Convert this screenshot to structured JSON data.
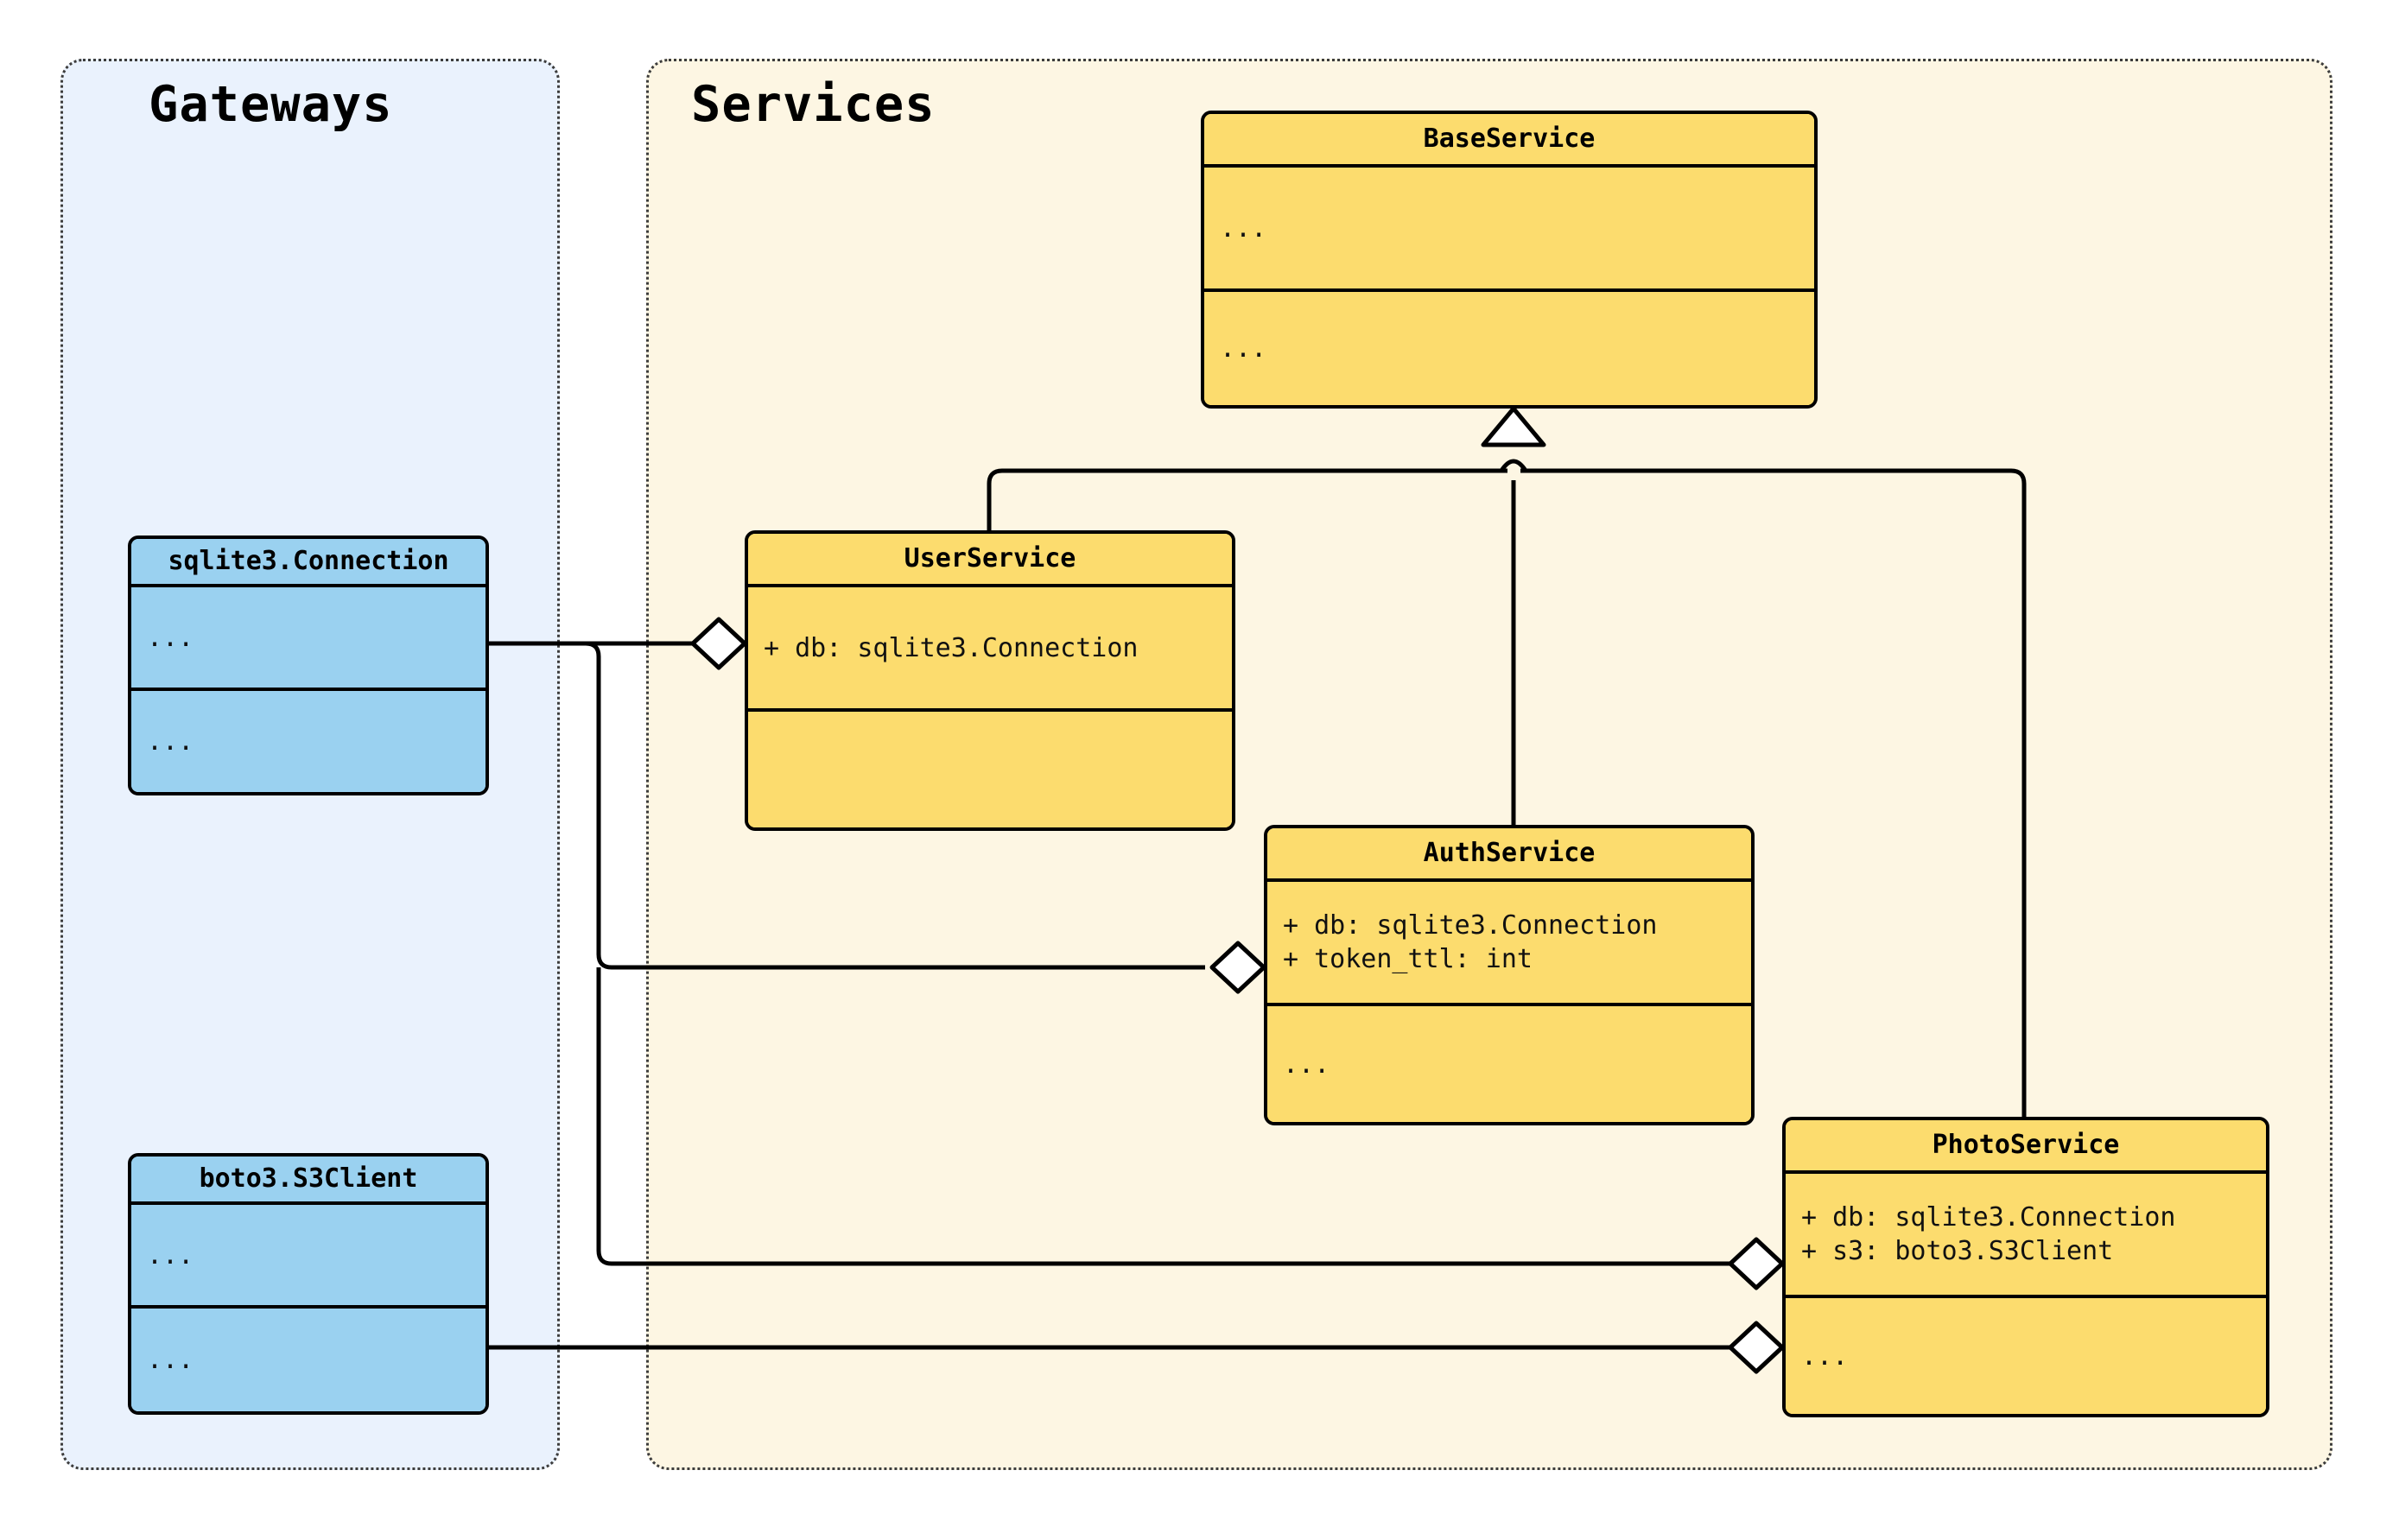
{
  "diagram": {
    "type": "uml-class-diagram",
    "packages": [
      {
        "id": "gateways",
        "title": "Gateways",
        "fill": "#EAF2FD",
        "border": "#3c3c3c"
      },
      {
        "id": "services",
        "title": "Services",
        "fill": "#FDF6E3",
        "border": "#3c3c3c"
      }
    ],
    "colors": {
      "service_fill": "#FCDC6E",
      "gateway_fill": "#9AD1F0",
      "line": "#000000",
      "marker_fill": "#FFFFFF"
    }
  },
  "classes": {
    "base_service": {
      "name": "BaseService",
      "package": "services",
      "attributes": "...",
      "methods": "..."
    },
    "user_service": {
      "name": "UserService",
      "package": "services",
      "attributes": "+ db: sqlite3.Connection",
      "methods": ""
    },
    "auth_service": {
      "name": "AuthService",
      "package": "services",
      "attributes": "+ db: sqlite3.Connection\n+ token_ttl: int",
      "methods": "..."
    },
    "photo_service": {
      "name": "PhotoService",
      "package": "services",
      "attributes": "+ db: sqlite3.Connection\n+ s3: boto3.S3Client",
      "methods": "..."
    },
    "sqlite_connection": {
      "name": "sqlite3.Connection",
      "package": "gateways",
      "attributes": "...",
      "methods": "..."
    },
    "s3_client": {
      "name": "boto3.S3Client",
      "package": "gateways",
      "attributes": "...",
      "methods": "..."
    }
  },
  "relationships": [
    {
      "kind": "generalization",
      "from": "user_service",
      "to": "base_service",
      "marker": "hollow-triangle"
    },
    {
      "kind": "generalization",
      "from": "auth_service",
      "to": "base_service",
      "marker": "hollow-triangle"
    },
    {
      "kind": "generalization",
      "from": "photo_service",
      "to": "base_service",
      "marker": "hollow-triangle"
    },
    {
      "kind": "aggregation",
      "from": "sqlite_connection",
      "to": "user_service",
      "marker": "hollow-diamond"
    },
    {
      "kind": "aggregation",
      "from": "sqlite_connection",
      "to": "auth_service",
      "marker": "hollow-diamond"
    },
    {
      "kind": "aggregation",
      "from": "sqlite_connection",
      "to": "photo_service",
      "marker": "hollow-diamond"
    },
    {
      "kind": "aggregation",
      "from": "s3_client",
      "to": "photo_service",
      "marker": "hollow-diamond"
    }
  ]
}
